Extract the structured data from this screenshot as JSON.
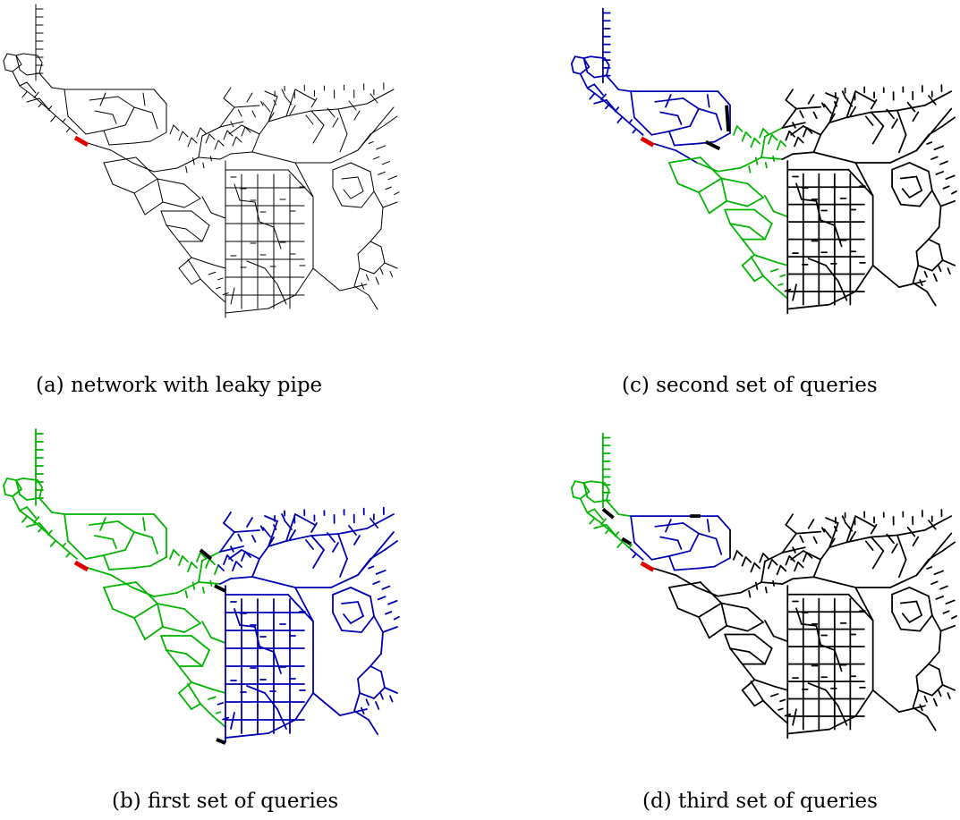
{
  "colors": {
    "default_pipe": "#000000",
    "leaky_pipe": "#e00000",
    "queried_no_leak": "#00b400",
    "queried_leak_region": "#0000b4",
    "sensor_edge": "#000000"
  },
  "panels": [
    {
      "id": "a",
      "caption": "(a) network with leaky pipe",
      "mode": "plain"
    },
    {
      "id": "b",
      "caption": "(b) first set of queries",
      "mode": "split1"
    },
    {
      "id": "c",
      "caption": "(c) second set of queries",
      "mode": "split2"
    },
    {
      "id": "d",
      "caption": "(d) third set of queries",
      "mode": "split3"
    }
  ]
}
